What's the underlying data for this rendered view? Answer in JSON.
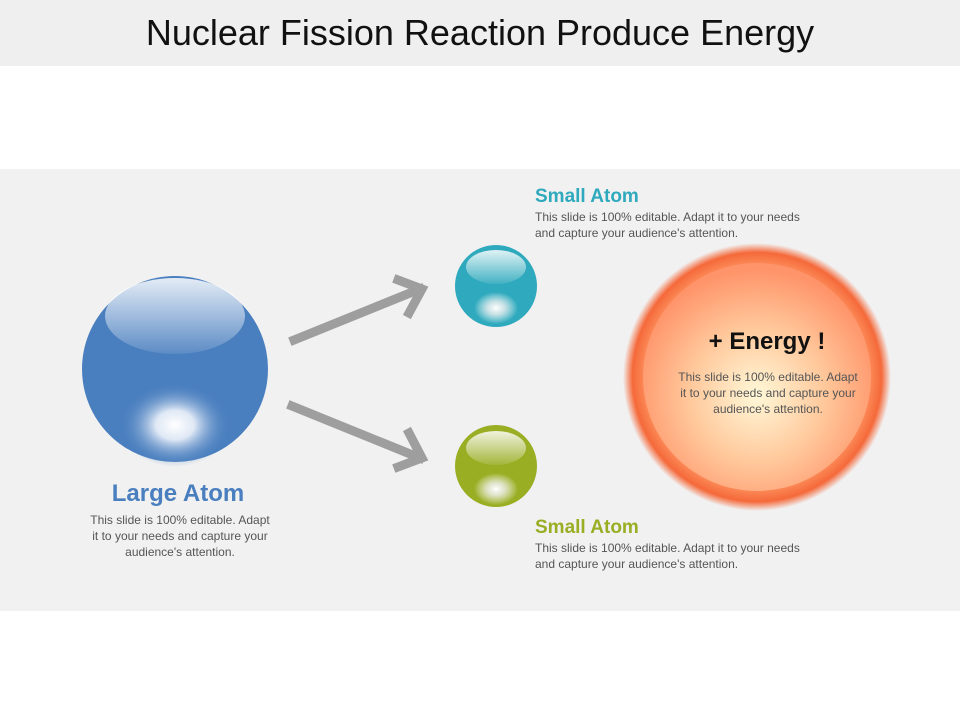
{
  "title": "Nuclear Fission Reaction Produce Energy",
  "colors": {
    "large_atom": "#4a7fbf",
    "small_atom_top": "#2ea9bd",
    "small_atom_bottom": "#9aae24",
    "energy": "#f26a3d",
    "arrow": "#9e9e9e",
    "band": "#f1f1f1"
  },
  "large_atom": {
    "heading": "Large Atom",
    "body_line1": "This slide is 100% editable. Adapt",
    "body_line2": "it to your needs and capture your",
    "body_line3": "audience's attention."
  },
  "small_atom_top": {
    "heading": "Small Atom",
    "body_line1": "This slide is 100% editable. Adapt it to your needs",
    "body_line2": "and capture your audience's attention."
  },
  "small_atom_bottom": {
    "heading": "Small Atom",
    "body_line1": "This slide is 100% editable. Adapt it to your needs",
    "body_line2": "and capture your audience's attention."
  },
  "energy": {
    "heading": "+ Energy !",
    "body_line1": "This slide is 100% editable. Adapt",
    "body_line2": "it to your needs and capture your",
    "body_line3": "audience's attention."
  }
}
